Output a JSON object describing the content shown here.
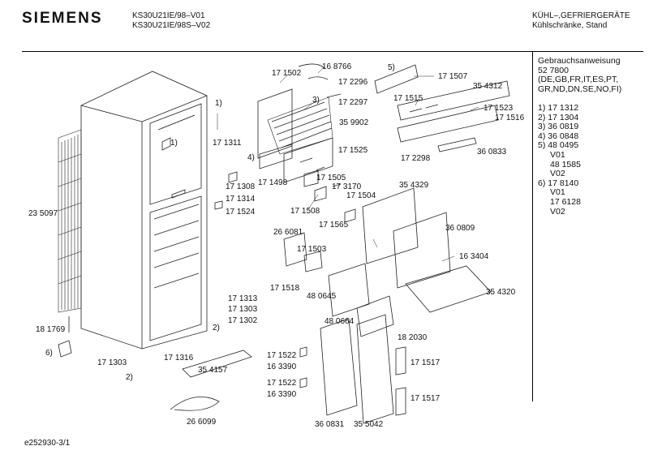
{
  "header": {
    "brand": "SIEMENS",
    "model_lines": [
      "KS30U21IE/98–V01",
      "KS30U21IE/98S–V02"
    ],
    "category_lines": [
      "KÜHL–,GEFRIERGERÄTE",
      "Kühlschränke, Stand"
    ]
  },
  "notes": [
    "Gebrauchsanweisung",
    "52 7800",
    "(DE,GB,FR,IT,ES,PT,",
    "GR,ND,DN,SE,NO,FI)",
    "",
    "1) 17 1312",
    "2) 17 1304",
    "3) 36 0819",
    "4) 36 0848",
    "5) 48 0495",
    "    V01",
    "    48 1585",
    "    V02",
    "6) 17 8140",
    "    V01",
    "    17 6128",
    "    V02"
  ],
  "callouts": [
    "17 1502",
    "16 8766",
    "17 2296",
    "3)",
    "17 2297",
    "1)",
    "17 1311",
    "35 9902",
    "4)",
    "17 1525",
    "17 1498",
    "1)",
    "17 1308",
    "17 1314",
    "17 1524",
    "23 5097",
    "5)",
    "17 1507",
    "35 4312",
    "17 1515",
    "17 1523",
    "17 1516",
    "17 2298",
    "36 0833",
    "17 1505",
    "17 3170",
    "17 1504",
    "17 1508",
    "35 4329",
    "17 1565",
    "26 6081",
    "36 0809",
    "17 1503",
    "16 3404",
    "17 1518",
    "48 0645",
    "35 4320",
    "48 0664",
    "17 1313",
    "17 1303",
    "2)",
    "17 1302",
    "18 1769",
    "18 2030",
    "6)",
    "17 1303",
    "2)",
    "17 1316",
    "35 4157",
    "17 1522",
    "16 3390",
    "17 1517",
    "17 1522",
    "16 3390",
    "17 1517",
    "26 6099",
    "36 0831",
    "35 5042"
  ],
  "footer": "e252930-3/1"
}
